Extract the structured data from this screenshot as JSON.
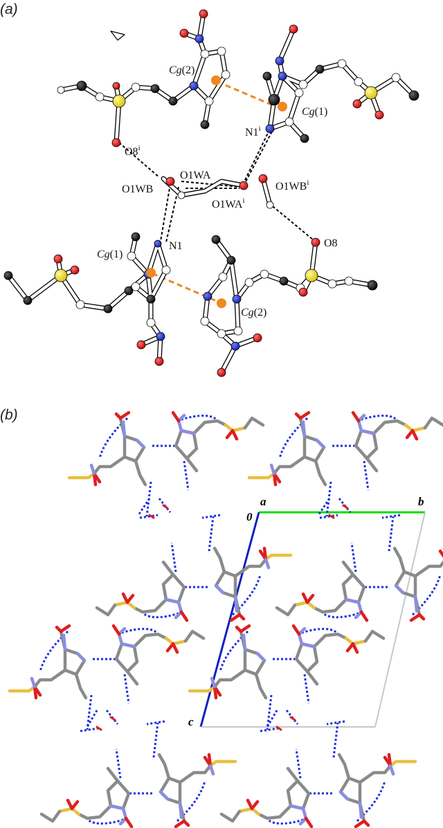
{
  "panels": [
    {
      "label": "(a)"
    },
    {
      "label": "(b)"
    }
  ],
  "atom_labels": {
    "cg2_top": {
      "main": "Cg",
      "rest": "(2)"
    },
    "cg1_top": {
      "main": "Cg",
      "rest": "(1)"
    },
    "o8i": {
      "main": "O8",
      "sup": "i"
    },
    "n1i": {
      "main": "N1",
      "sup": "i"
    },
    "o1wa": {
      "main": "O1WA"
    },
    "o1wb": {
      "main": "O1WB"
    },
    "o1wai": {
      "main": "O1WA",
      "sup": "i"
    },
    "o1wbi": {
      "main": "O1WB",
      "sup": "i"
    },
    "n1": {
      "main": "N1"
    },
    "o8": {
      "main": "O8"
    },
    "cg1_bot": {
      "main": "Cg",
      "rest": "(1)"
    },
    "cg2_bot": {
      "main": "Cg",
      "rest": "(2)"
    }
  },
  "axes": {
    "origin": "0",
    "a": "a",
    "b": "b",
    "c": "c"
  },
  "colors": {
    "carbon_ball": "#000000",
    "hydrogen_ball": "#ffffff",
    "nitrogen": "#1a2ecc",
    "oxygen": "#e00000",
    "sulfur": "#f5e000",
    "centroid": "#ee8822",
    "hbond_a": "#000000",
    "hbond_b": "#1a2ee0",
    "stick_carbon": "#8a8a8a",
    "stick_nitrogen": "#8a8ee0",
    "stick_oxygen": "#dd2020",
    "stick_sulfur": "#e8c040",
    "axis_a": "#00dd00",
    "axis_c": "#1020c0",
    "cell_edge": "#c8c8c8"
  }
}
